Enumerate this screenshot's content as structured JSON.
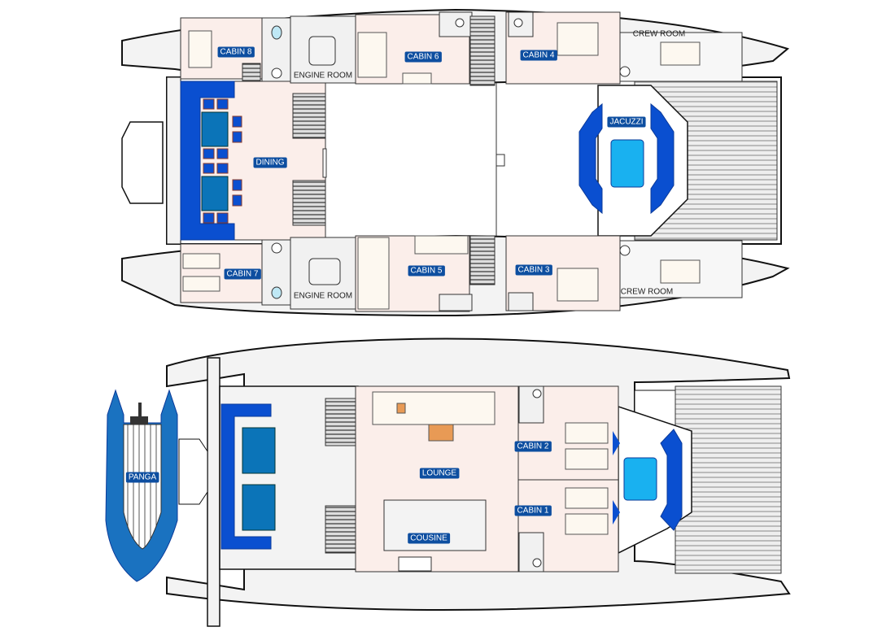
{
  "upper_deck": {
    "labels": {
      "cabin8": "CABIN 8",
      "engine_room_top": "ENGINE ROOM",
      "cabin6": "CABIN 6",
      "cabin4": "CABIN 4",
      "crew_room_top": "CREW ROOM",
      "dining": "DINING",
      "jacuzzi": "JACUZZI",
      "cabin7": "CABIN 7",
      "engine_room_bottom": "ENGINE ROOM",
      "cabin5": "CABIN 5",
      "cabin3": "CABIN 3",
      "crew_room_bottom": "CREW ROOM"
    }
  },
  "main_deck": {
    "labels": {
      "panga": "PANGA",
      "lounge": "LOUNGE",
      "cabin2": "CABIN 2",
      "cabin1": "CABIN 1",
      "cousine": "COUSINE"
    }
  },
  "colors": {
    "label_badge": "#0d4ea0",
    "seating_blue": "#0a4fd0",
    "table_blue": "#0b74b8",
    "jacuzzi_water": "#19b1f0",
    "room_fill": "#fbeeea",
    "hull_fill": "#f3f3f3",
    "panga_blue": "#1a72c0",
    "lounge_table": "#e89a55"
  }
}
